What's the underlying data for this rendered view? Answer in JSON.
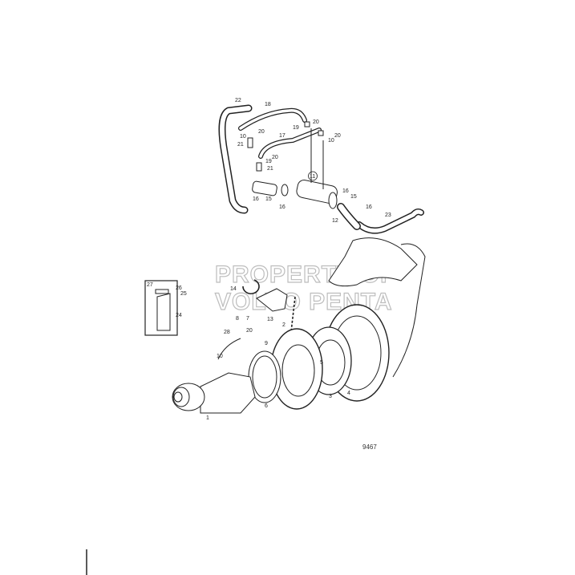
{
  "diagram": {
    "figure_number": "9467",
    "watermark": [
      "PROPERTY OF",
      "VOLVO PENTA"
    ],
    "ink_color": "#222222",
    "watermark_color": "#bdbdbd",
    "callouts_upper": [
      "22",
      "18",
      "20",
      "19",
      "20",
      "20",
      "10",
      "10",
      "21",
      "17",
      "20",
      "19",
      "21",
      "11",
      "16",
      "15",
      "16",
      "16",
      "15",
      "16",
      "12",
      "23"
    ],
    "callouts_lower": [
      "27",
      "26",
      "25",
      "24",
      "14",
      "8",
      "7",
      "13",
      "2",
      "28",
      "20",
      "9",
      "10",
      "5",
      "3",
      "4",
      "6",
      "1"
    ]
  }
}
